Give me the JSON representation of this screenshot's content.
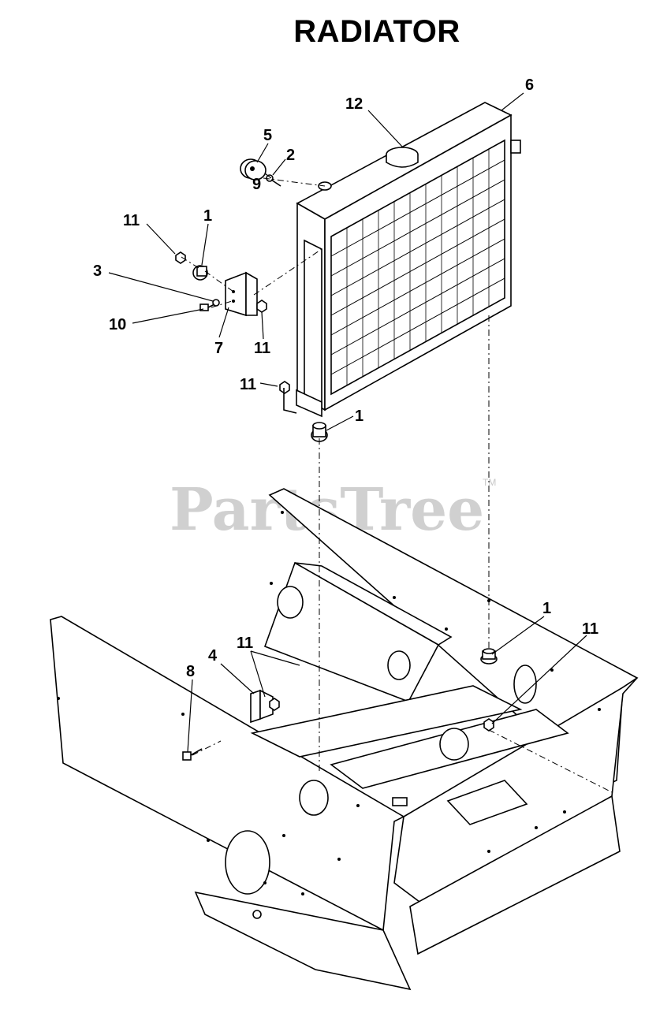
{
  "title": "RADIATOR",
  "watermark": "PartsTree",
  "watermark_mark": "TM",
  "callouts": {
    "c12": "12",
    "c6": "6",
    "c5": "5",
    "c2": "2",
    "c9": "9",
    "c11a": "11",
    "c1a": "1",
    "c3": "3",
    "c10": "10",
    "c7": "7",
    "c11b": "11",
    "c11c": "11",
    "c1b": "1",
    "c1c": "1",
    "c11d": "11",
    "c11e": "11",
    "c4": "4",
    "c8": "8"
  },
  "colors": {
    "ink": "#000000",
    "watermark": "#d0d0d0",
    "background": "#ffffff"
  }
}
